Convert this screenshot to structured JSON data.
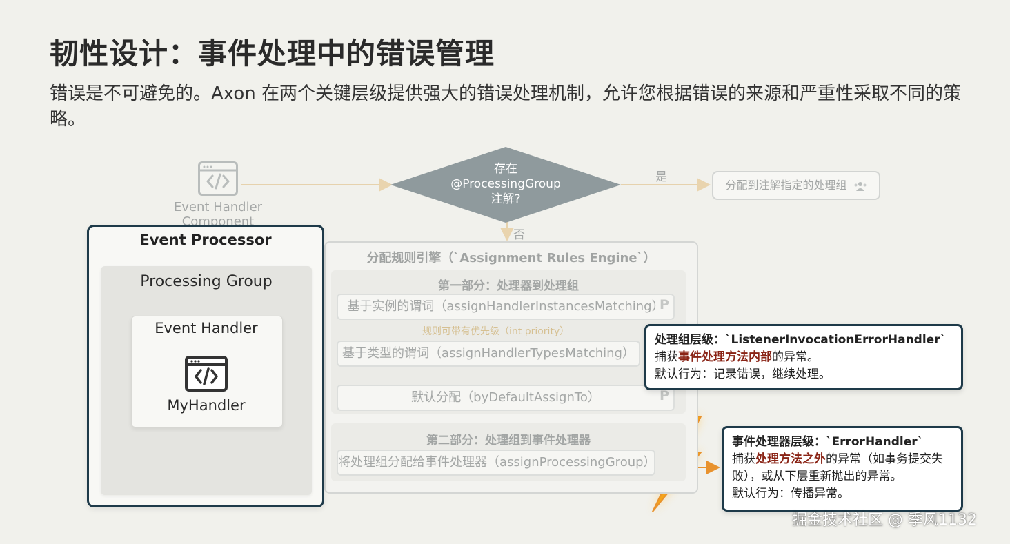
{
  "header": {
    "title": "韧性设计：事件处理中的错误管理",
    "subtitle": "错误是不可避免的。Axon 在两个关键层级提供强大的错误处理机制，允许您根据错误的来源和严重性采取不同的策略。"
  },
  "flow": {
    "component_label": "Event Handler Component",
    "decision_lines": [
      "存在",
      "@ProcessingGroup",
      "注解?"
    ],
    "yes_label": "是",
    "no_label": "否",
    "assign_to_annotated": "分配到注解指定的处理组"
  },
  "engine": {
    "title": "分配规则引擎（`Assignment Rules Engine`）",
    "part1_title": "第一部分：处理器到处理组",
    "rule_instances": "基于实例的谓词（assignHandlerInstancesMatching）",
    "priority_note": "规则可带有优先级（int priority）",
    "rule_types": "基于类型的谓词（assignHandlerTypesMatching）",
    "rule_default": "默认分配（byDefaultAssignTo）",
    "part2_title": "第二部分：处理组到事件处理器",
    "rule_group": "将处理组分配给事件处理器（assignProcessingGroup）",
    "badge": "P"
  },
  "structure": {
    "processor_title": "Event Processor",
    "group_title": "Processing Group",
    "handler_title": "Event Handler",
    "handler_name": "MyHandler"
  },
  "callouts": {
    "listener": {
      "title": "处理组层级：`ListenerInvocationErrorHandler`",
      "l2_pre": "捕获",
      "l2_hl": "事件处理方法内部",
      "l2_post": "的异常。",
      "l3": "默认行为：记录错误，继续处理。"
    },
    "error": {
      "title": "事件处理器层级：`ErrorHandler`",
      "l2_pre": "捕获",
      "l2_hl": "处理方法之外",
      "l2_post": "的异常（如事务提交失败），或从下层重新抛出的异常。",
      "l3": "默认行为：传播异常。"
    }
  },
  "watermark": "掘金技术社区 @ 季风1132",
  "colors": {
    "frame_dark": "#1e3a49",
    "highlight_red": "#8a2416",
    "bolt_orange": "#f5a419",
    "arrow_orange": "#e8922e",
    "diamond_gray": "#8f9a9d"
  }
}
